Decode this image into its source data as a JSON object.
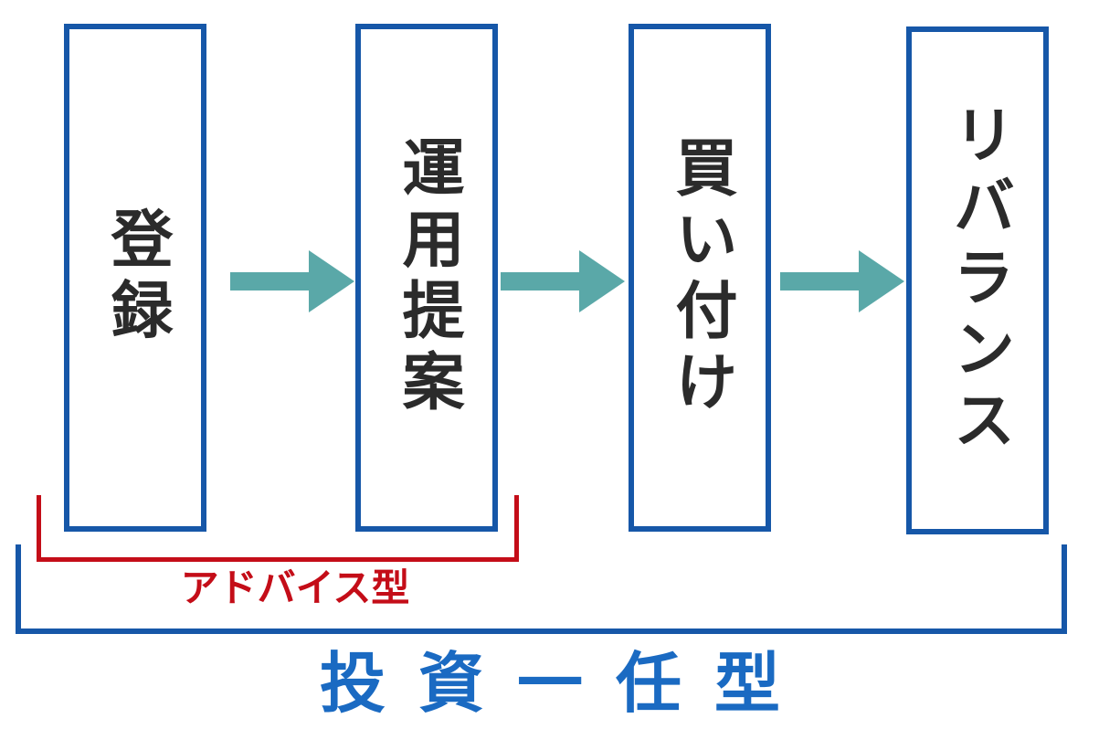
{
  "steps": [
    {
      "label": "登録"
    },
    {
      "label": "運用提案"
    },
    {
      "label": "買い付け"
    },
    {
      "label": "リバランス"
    }
  ],
  "brackets": {
    "advice": {
      "label": "アドバイス型",
      "color": "#c40d18"
    },
    "discretionary": {
      "label": "投資一任型",
      "color": "#1a6ac2"
    }
  },
  "colors": {
    "box_border": "#1657a8",
    "arrow": "#5aa8a8",
    "text": "#2b2b2b"
  },
  "icons": [
    "right-arrow-icon",
    "right-arrow-icon",
    "right-arrow-icon"
  ]
}
